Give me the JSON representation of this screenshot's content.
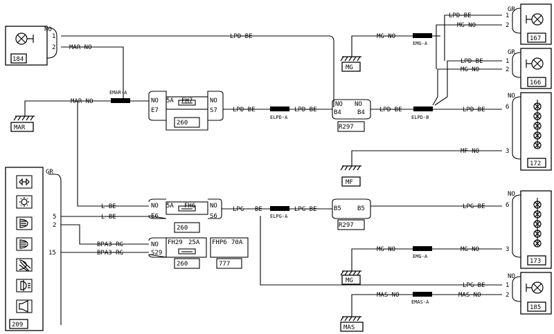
{
  "components": {
    "c184": {
      "num": "184",
      "pin1": "1",
      "pin2": "2",
      "pin_top": "NO"
    },
    "c167": {
      "num": "167",
      "pin1": "1",
      "pin2": "2",
      "pin_top": "GR"
    },
    "c166": {
      "num": "166",
      "pin1": "1",
      "pin2": "2",
      "pin_top": "GR"
    },
    "c172": {
      "num": "172",
      "pin6": "6",
      "pin3": "3",
      "pin_top": "NO"
    },
    "c173": {
      "num": "173",
      "pin6": "6",
      "pin3": "3",
      "pin_top": "NO"
    },
    "c185": {
      "num": "185",
      "pin1": "1",
      "pin2": "2",
      "pin_top": "NO"
    },
    "c209": {
      "num": "209",
      "pin_gr": "GR",
      "pin5": "5",
      "pin2": "2",
      "pin15": "15"
    },
    "c260a": {
      "num": "260",
      "fuse": "5A",
      "fuse_id": "FH7",
      "left_color": "NO",
      "right_color": "NO",
      "left_pin": "E7",
      "right_pin": "S7"
    },
    "c260b": {
      "num": "260",
      "fuse": "5A",
      "fuse_id": "FH6",
      "left_color": "NO",
      "right_color": "NO",
      "left_pin": "E6",
      "right_pin": "S6"
    },
    "c260c": {
      "num": "260",
      "fuse": "25A",
      "fuse_id": "FH29",
      "left_color": "NO",
      "left_pin": "S29"
    },
    "c777": {
      "num": "777",
      "fuse": "70A",
      "fuse_id": "FHP6"
    },
    "r297a": {
      "num": "R297",
      "left_color": "NO",
      "right_color": "NO",
      "left_pin": "B4",
      "right_pin": "B4"
    },
    "r297b": {
      "num": "R297",
      "left_pin": "B5",
      "right_pin": "B5"
    }
  },
  "grounds": {
    "mar": "MAR",
    "mg1": "MG",
    "mf": "MF",
    "mg2": "MG",
    "mas": "MAS"
  },
  "connectors": {
    "emar": "EMAR-A",
    "elpd_a": "ELPD-A",
    "elpd_b": "ELPD-B",
    "emg_a": "EMG-A",
    "elpg_a": "ELPG-A",
    "emg_b": "EMG-A",
    "emas": "EMAS-A"
  },
  "wires": {
    "lpd_be": "LPD—BE",
    "mar_no": "MAR—NO",
    "mg_no": "MG—NO",
    "mf_no": "MF—NO",
    "l_be": "L—BE",
    "lpg_be": "LPG—BE",
    "lpg": "LPG",
    "be": "BE",
    "bpa3_rg": "BPA3—RG",
    "mas_no": "MAS—NO",
    "no": "NO"
  },
  "icons": [
    "lamp-icon",
    "hazard-icon",
    "fog-lamp-icon",
    "headlight-icon",
    "rear-fog-icon",
    "horn-icon",
    "relay-led-stack-icon"
  ]
}
